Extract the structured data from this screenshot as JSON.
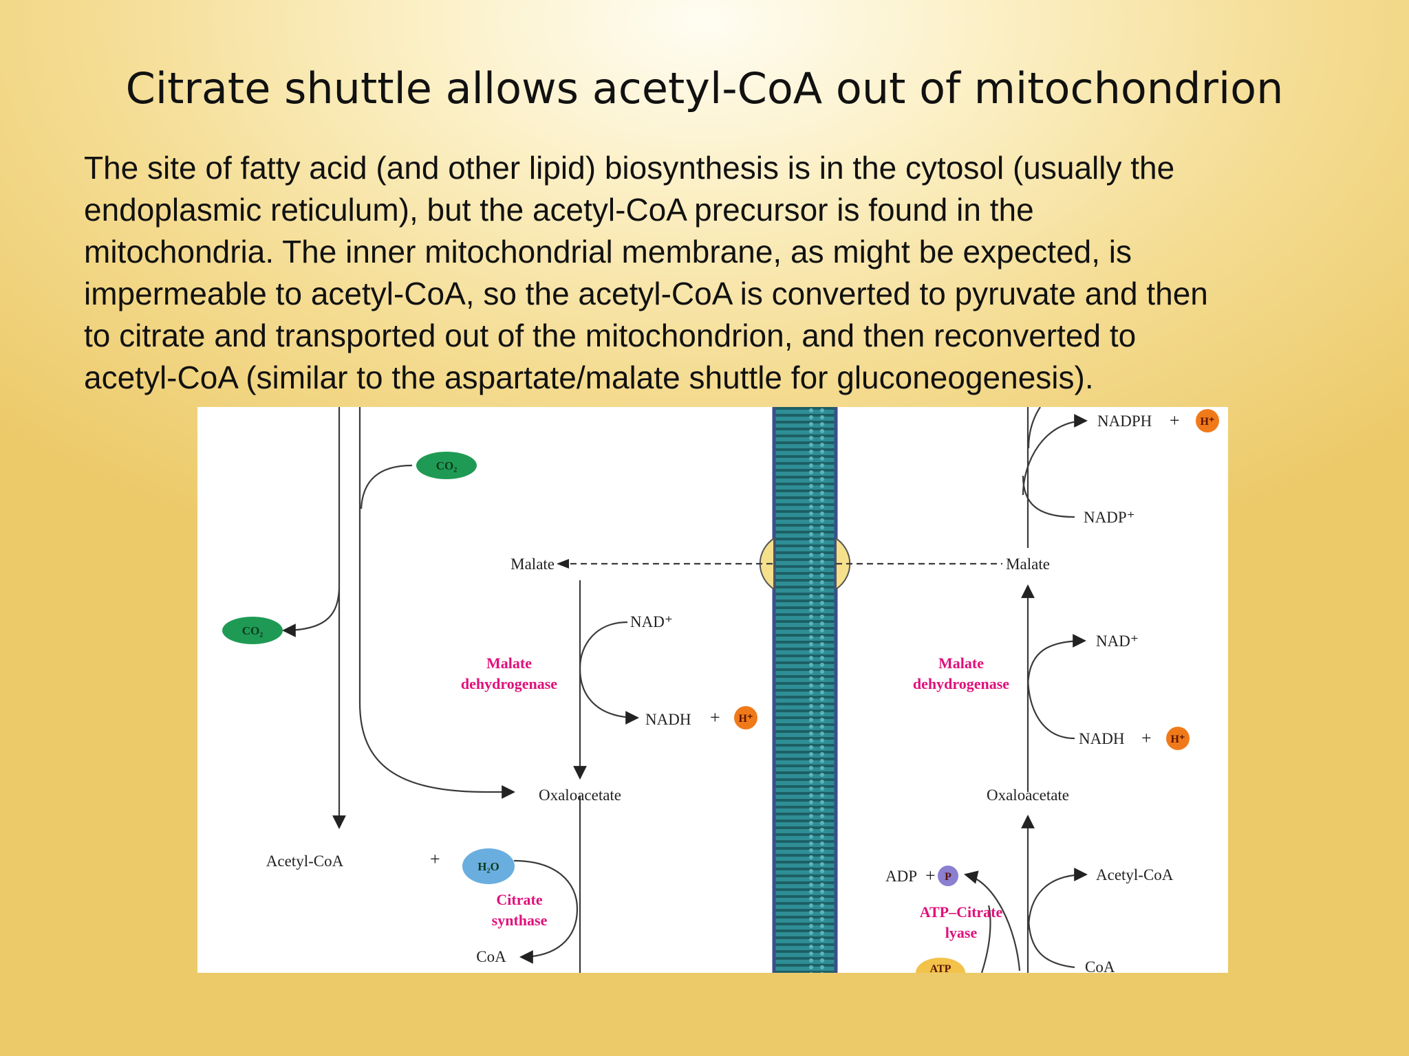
{
  "slide": {
    "title": "Citrate shuttle allows acetyl-CoA out of mitochondrion",
    "body_lines": [
      "The site of fatty acid (and other lipid) biosynthesis is in the cytosol (usually the",
      "endoplasmic reticulum), but the acetyl-CoA precursor is found in the",
      "mitochondria. The inner mitochondrial membrane, as might be expected, is",
      "impermeable to acetyl-CoA, so the acetyl-CoA is converted to pyruvate and then",
      "to citrate and transported out of the mitochondrion, and then reconverted to",
      "acetyl-CoA (similar to the aspartate/malate shuttle for gluconeogenesis)."
    ]
  },
  "diagram": {
    "left": {
      "co2_top": "CO₂",
      "co2_left": "CO₂",
      "malate": "Malate",
      "nad_plus": "NAD⁺",
      "nadh": "NADH",
      "h_plus": "H⁺",
      "plus": "+",
      "enzyme_mdh_line1": "Malate",
      "enzyme_mdh_line2": "dehydrogenase",
      "oxaloacetate": "Oxaloacetate",
      "acetyl_coa": "Acetyl-CoA",
      "plus2": "+",
      "h2o": "H₂O",
      "enzyme_cs_line1": "Citrate",
      "enzyme_cs_line2": "synthase",
      "coa": "CoA"
    },
    "right": {
      "nadph": "NADPH",
      "plus_nadph": "+",
      "h_plus_nadph": "H⁺",
      "nadp_plus": "NADP⁺",
      "malate": "Malate",
      "nad_plus": "NAD⁺",
      "enzyme_mdh_line1": "Malate",
      "enzyme_mdh_line2": "dehydrogenase",
      "nadh": "NADH",
      "plus_nadh": "+",
      "h_plus_nadh": "H⁺",
      "oxaloacetate": "Oxaloacetate",
      "adp": "ADP",
      "plus_adp": "+",
      "phosphate": "P",
      "acetyl_coa": "Acetyl-CoA",
      "enzyme_acl_line1": "ATP–Citrate",
      "enzyme_acl_line2": "lyase",
      "coa": "CoA",
      "atp": "ATP"
    },
    "colors": {
      "co2": "#1f9a55",
      "h_plus": "#f07a1a",
      "h2o": "#6aaee0",
      "phosphate": "#8a7fd0",
      "atp": "#f2c24a",
      "transporter": "#f5e08c",
      "membrane": "#2f8e95",
      "enzyme_text": "#e0107a"
    }
  }
}
